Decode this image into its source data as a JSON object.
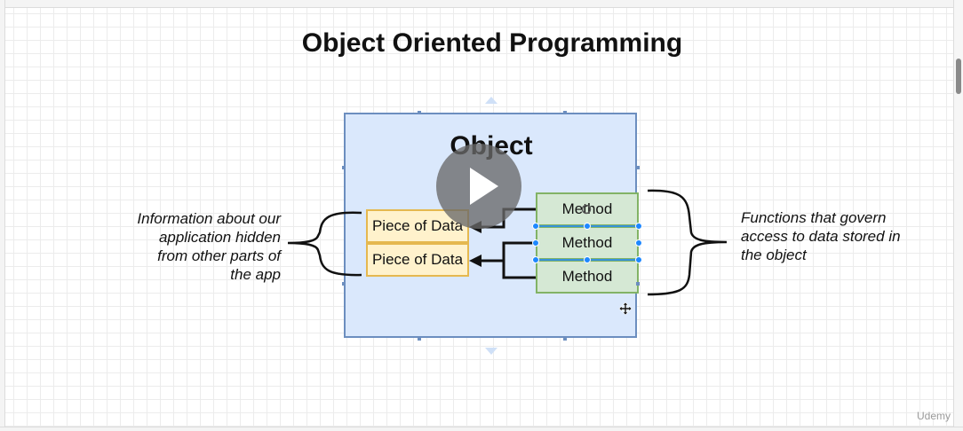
{
  "slide": {
    "title": "Object Oriented Programming"
  },
  "object": {
    "label": "Object"
  },
  "data_items": [
    {
      "label": "Piece of Data"
    },
    {
      "label": "Piece of Data"
    }
  ],
  "methods": [
    {
      "label": "Method"
    },
    {
      "label": "Method"
    },
    {
      "label": "Method"
    }
  ],
  "notes": {
    "left": "Information about our application hidden from other parts of the app",
    "right": "Functions that govern access to data stored in the object"
  },
  "watermark": "Udemy",
  "colors": {
    "object_fill": "#dae8fc",
    "object_border": "#6c8ebf",
    "data_fill": "#fff2cc",
    "data_border": "#e5b84f",
    "method_fill": "#d5e8d4",
    "method_border": "#82b366",
    "selection": "#1e88ff"
  },
  "icons": {
    "play": "play-icon",
    "cursor": "move-cursor-icon"
  }
}
